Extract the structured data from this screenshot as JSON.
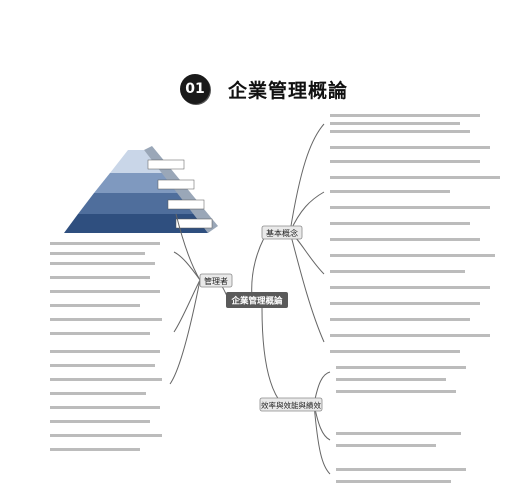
{
  "header": {
    "chapter_number": "01",
    "title": "企業管理概論"
  },
  "center": {
    "label": "企業管理概論"
  },
  "branches": {
    "basic_concepts": "基本概念",
    "managers": "管理者",
    "efficiency": "效率與效能與績效"
  },
  "colors": {
    "center_fill": "#5a5a5a",
    "branch_fill": "#e9e9e9",
    "branch_border": "#8a8a8a",
    "pyramid_top": "#c9d6e8",
    "pyramid_mid": "#7f99bf",
    "pyramid_low": "#4f6e9c",
    "pyramid_base": "#2f4f7f",
    "line": "#666666"
  }
}
